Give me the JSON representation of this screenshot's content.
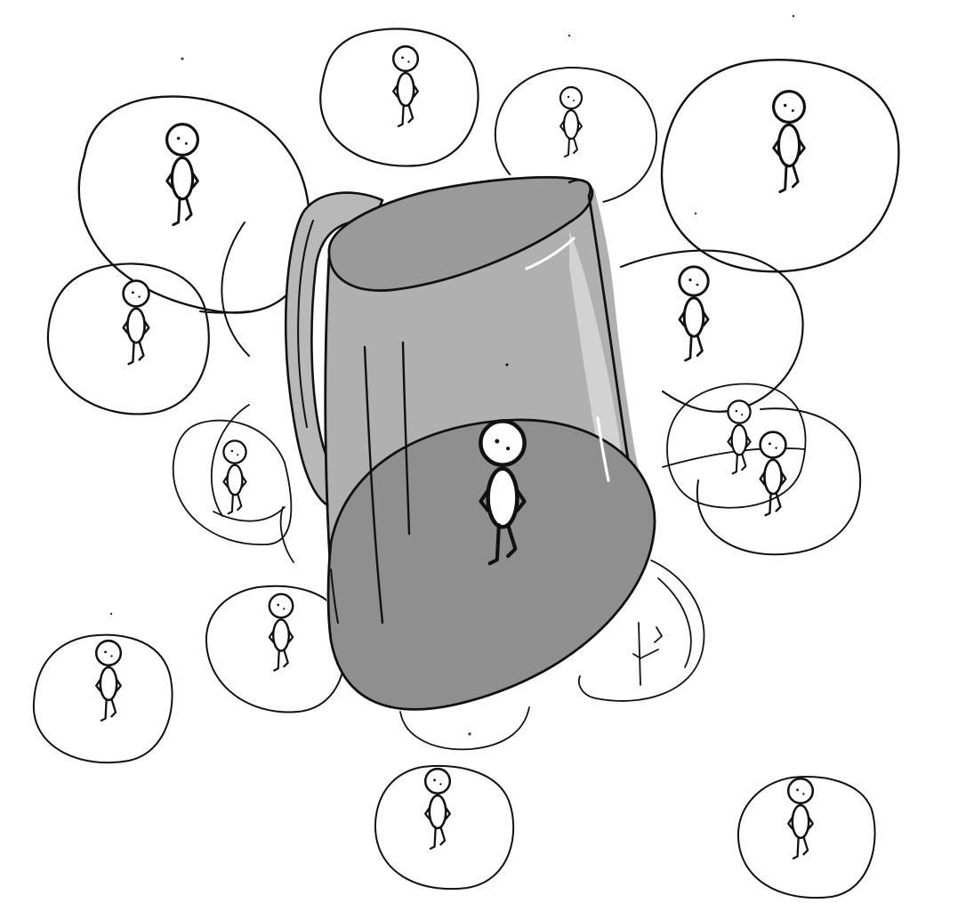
{
  "scene": {
    "background": "#ffffff",
    "ink": "#111111",
    "jug_body": "#a9a9a9",
    "jug_shade_dark": "#8f8f8f",
    "jug_shade_light": "#d6d6d6",
    "highlight": "#ffffff",
    "figure_fill": "#ffffff"
  },
  "icons": [
    "jug-icon",
    "stick-figure-icon",
    "bubble-icon"
  ],
  "bubbles": [
    {
      "name": "bubble-upper-left",
      "shape": "large"
    },
    {
      "name": "bubble-top-center",
      "shape": "medium"
    },
    {
      "name": "bubble-top-right-small",
      "shape": "medium"
    },
    {
      "name": "bubble-upper-right",
      "shape": "large"
    },
    {
      "name": "bubble-left",
      "shape": "medium"
    },
    {
      "name": "bubble-right-upper",
      "shape": "medium"
    },
    {
      "name": "bubble-mid-left",
      "shape": "small"
    },
    {
      "name": "bubble-right-pair",
      "shape": "overlapping"
    },
    {
      "name": "bubble-lower-left",
      "shape": "medium"
    },
    {
      "name": "bubble-lower-right-partial",
      "shape": "partial"
    },
    {
      "name": "bubble-bottom-left",
      "shape": "medium"
    },
    {
      "name": "bubble-bottom-center",
      "shape": "medium"
    },
    {
      "name": "bubble-bottom-right",
      "shape": "medium"
    }
  ]
}
